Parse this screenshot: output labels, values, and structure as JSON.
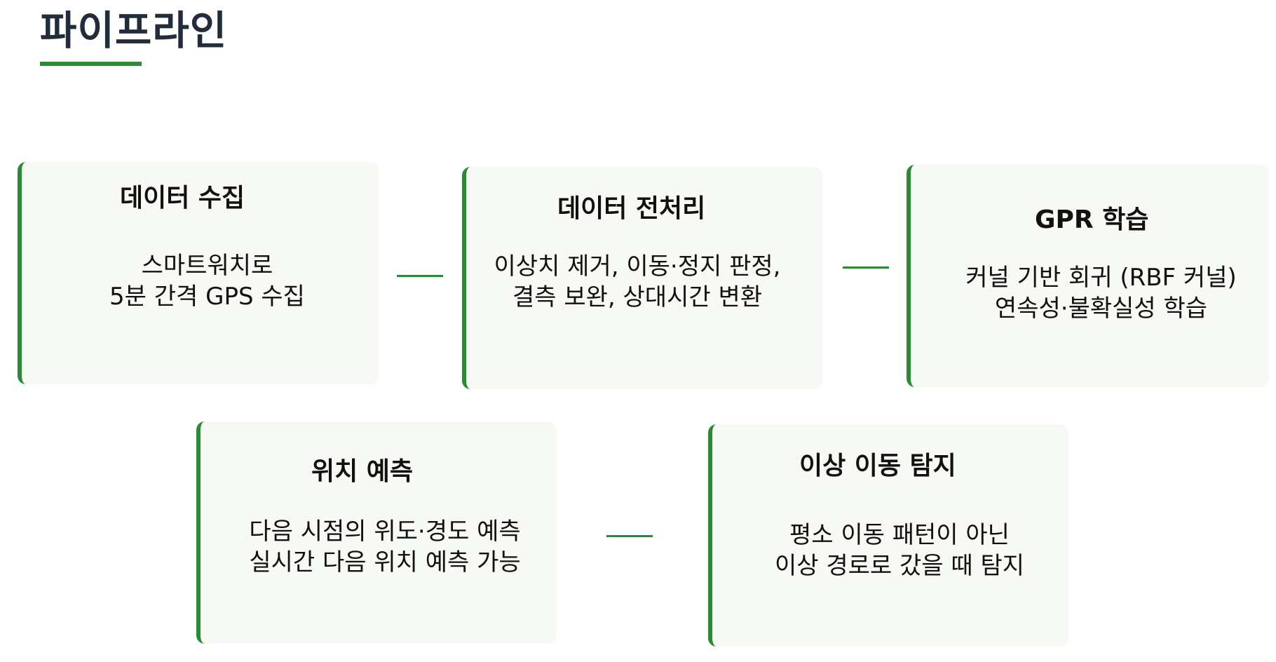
{
  "page": {
    "title": "파이프라인"
  },
  "colors": {
    "accent": "#2b8a34",
    "card_background": "#f6f9f4",
    "title_text": "#222d3b"
  },
  "steps": [
    {
      "title": "데이터 수집",
      "lines": [
        "스마트워치로",
        "5분 간격 GPS 수집"
      ]
    },
    {
      "title": "데이터 전처리",
      "lines": [
        "이상치 제거, 이동·정지 판정,",
        "결측 보완, 상대시간 변환"
      ]
    },
    {
      "title": "GPR 학습",
      "lines": [
        "커널 기반 회귀 (RBF 커널)",
        "연속성·불확실성 학습"
      ]
    },
    {
      "title": "위치 예측",
      "lines": [
        "다음 시점의 위도·경도 예측",
        "실시간 다음 위치 예측 가능"
      ]
    },
    {
      "title": "이상 이동 탐지",
      "lines": [
        "평소 이동 패턴이 아닌",
        "이상 경로로 갔을 때 탐지"
      ]
    }
  ]
}
